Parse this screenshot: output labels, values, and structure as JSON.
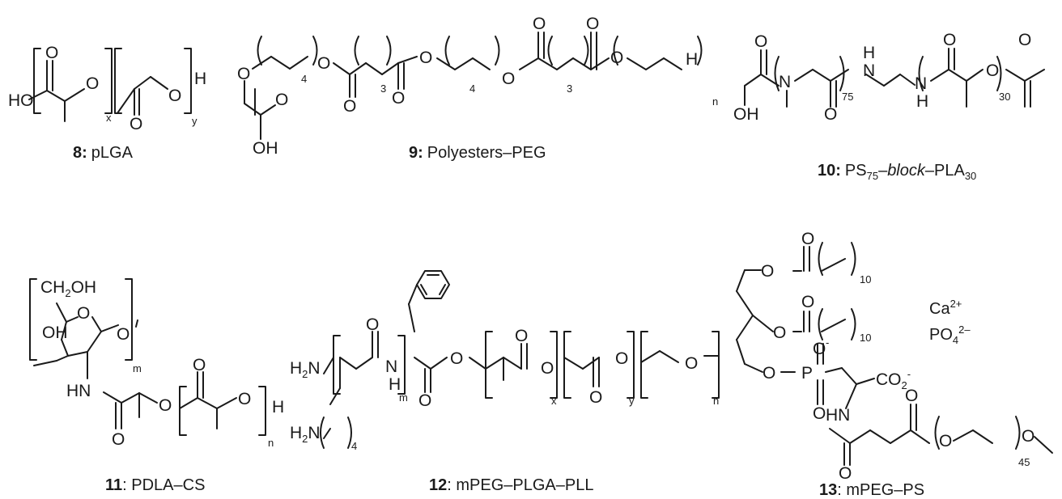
{
  "structures": [
    {
      "id": "s8",
      "number": "8:",
      "name": "pLGA",
      "atoms": [
        "HO",
        "O",
        "O",
        "O",
        "O",
        "H"
      ],
      "indices": [
        "x",
        "y"
      ]
    },
    {
      "id": "s9",
      "number": "9:",
      "name": "Polyesters–PEG",
      "atoms": [
        "O",
        "O",
        "OH",
        "O",
        "O",
        "O",
        "O",
        "O",
        "O",
        "O",
        "O",
        "H"
      ],
      "indices": [
        "4",
        "3",
        "4",
        "3",
        "n"
      ]
    },
    {
      "id": "s10",
      "number": "10:",
      "name_parts": [
        "PS",
        "75",
        "–",
        "block",
        "–PLA",
        "30"
      ],
      "atoms": [
        "O",
        "OH",
        "N",
        "O",
        "H",
        "N",
        "N",
        "H",
        "O",
        "O",
        "O"
      ],
      "indices": [
        "75",
        "30"
      ]
    },
    {
      "id": "s11",
      "number": "11",
      "name": ": PDLA–CS",
      "atoms": [
        "CH",
        "2",
        "OH",
        "O",
        "OH",
        "O",
        "HN",
        "O",
        "O",
        "O",
        "O",
        "H"
      ],
      "indices": [
        "m",
        "n"
      ]
    },
    {
      "id": "s12",
      "number": "12",
      "name": ": mPEG–PLGA–PLL",
      "atoms": [
        "H",
        "2",
        "N",
        "O",
        "N",
        "H",
        "O",
        "O",
        "O",
        "O",
        "O",
        "O",
        "O",
        "H",
        "2",
        "N"
      ],
      "indices": [
        "m",
        "4",
        "x",
        "y",
        "n"
      ]
    },
    {
      "id": "s13",
      "number": "13",
      "name": ": mPEG–PS",
      "atoms": [
        "O",
        "O",
        "O",
        "O",
        "O",
        "-",
        "P",
        "O",
        "O",
        "CO",
        "2",
        "-",
        "HN",
        "O",
        "O",
        "O",
        "O"
      ],
      "indices": [
        "10",
        "10",
        "45"
      ]
    }
  ],
  "ions": {
    "calcium": {
      "base": "Ca",
      "charge": "2+"
    },
    "phosphate": {
      "base": "PO",
      "sub": "4",
      "charge": "2–"
    }
  }
}
